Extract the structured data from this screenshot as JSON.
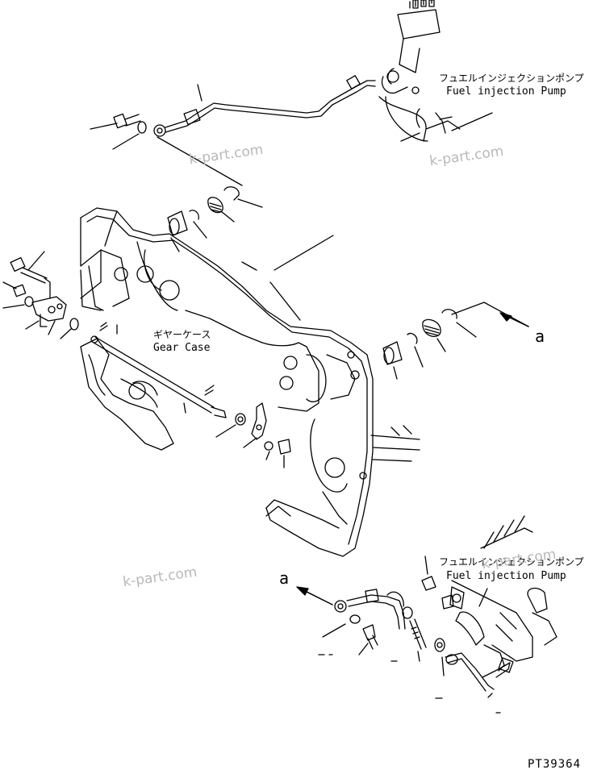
{
  "labels": {
    "fuel_pump_top_jp": "フュエルインジェクションポンプ",
    "fuel_pump_top_en": "Fuel injection Pump",
    "gear_case_jp": "ギヤーケース",
    "gear_case_en": "Gear Case",
    "fuel_pump_bottom_jp": "フュエルインジェクションポンプ",
    "fuel_pump_bottom_en": "Fuel injection Pump"
  },
  "refs": {
    "a_right": "a",
    "a_left": "a"
  },
  "watermarks": [
    "k-part.com",
    "k-part.com",
    "k-part.com",
    "k-part.com"
  ],
  "diagram_code": "PT39364",
  "colors": {
    "line": "#000000",
    "watermark": "#b8b8b8",
    "background": "#ffffff"
  }
}
